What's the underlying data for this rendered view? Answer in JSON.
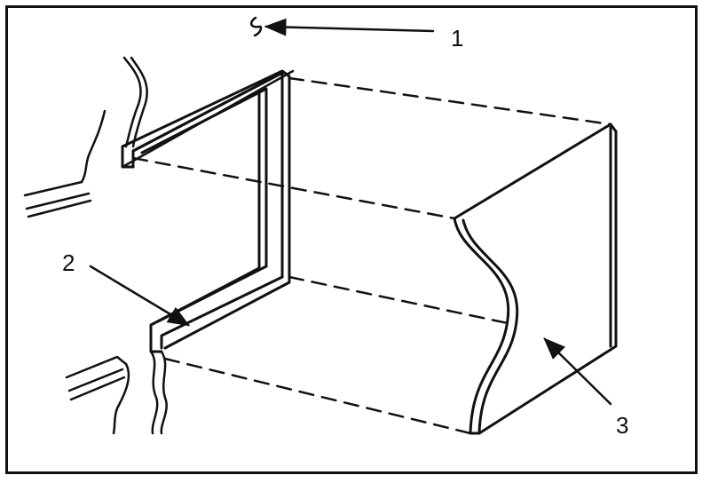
{
  "diagram": {
    "callouts": [
      {
        "id": "1",
        "label": "1"
      },
      {
        "id": "2",
        "label": "2"
      },
      {
        "id": "3",
        "label": "3"
      }
    ]
  }
}
